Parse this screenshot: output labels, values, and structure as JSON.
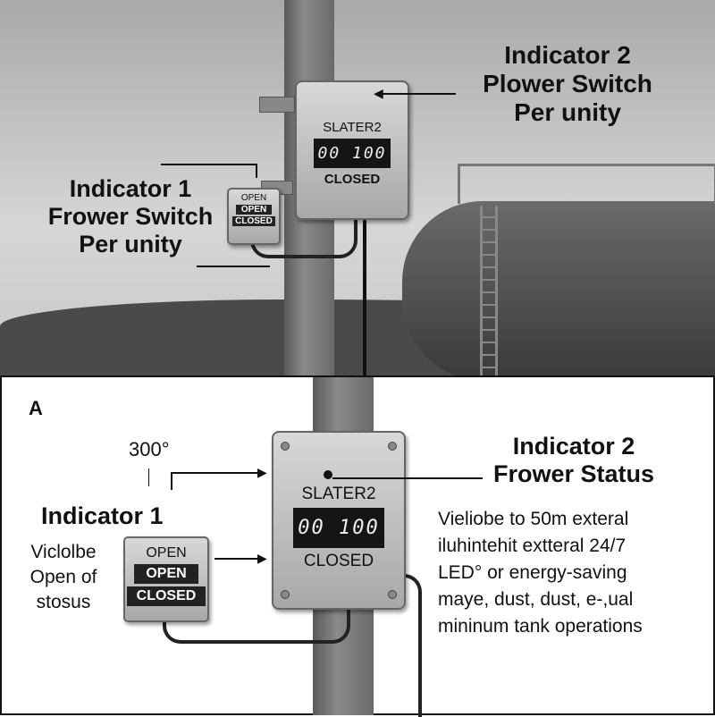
{
  "top_panel": {
    "indicator1": {
      "title": "Indicator 1",
      "line2": "Frower Switch",
      "line3": "Per unity",
      "labels": [
        "OPEN",
        "OPEN",
        "CLOSED"
      ]
    },
    "indicator2": {
      "title": "Indicator 2",
      "line2": "Plower Switch",
      "line3": "Per unity",
      "name": "SLATER2",
      "display": "00 100",
      "status": "CLOSED"
    }
  },
  "bottom_panel": {
    "panel_letter": "A",
    "angle": "300°",
    "indicator1": {
      "title": "Indicator 1",
      "desc": [
        "Viclolbe",
        "Open of",
        "stosus"
      ],
      "labels": [
        "OPEN",
        "OPEN",
        "CLOSED"
      ]
    },
    "indicator2": {
      "title": "Indicator 2",
      "subtitle": "Frower Status",
      "name": "SLATER2",
      "display": "00 100",
      "status": "CLOSED",
      "desc": [
        "Vieliobe to 50m exteral",
        "iluhintehit extteral 24/7",
        "LED° or energy-saving",
        "maye, dust, dust, e-,ual",
        "mininum tank operations"
      ]
    }
  }
}
